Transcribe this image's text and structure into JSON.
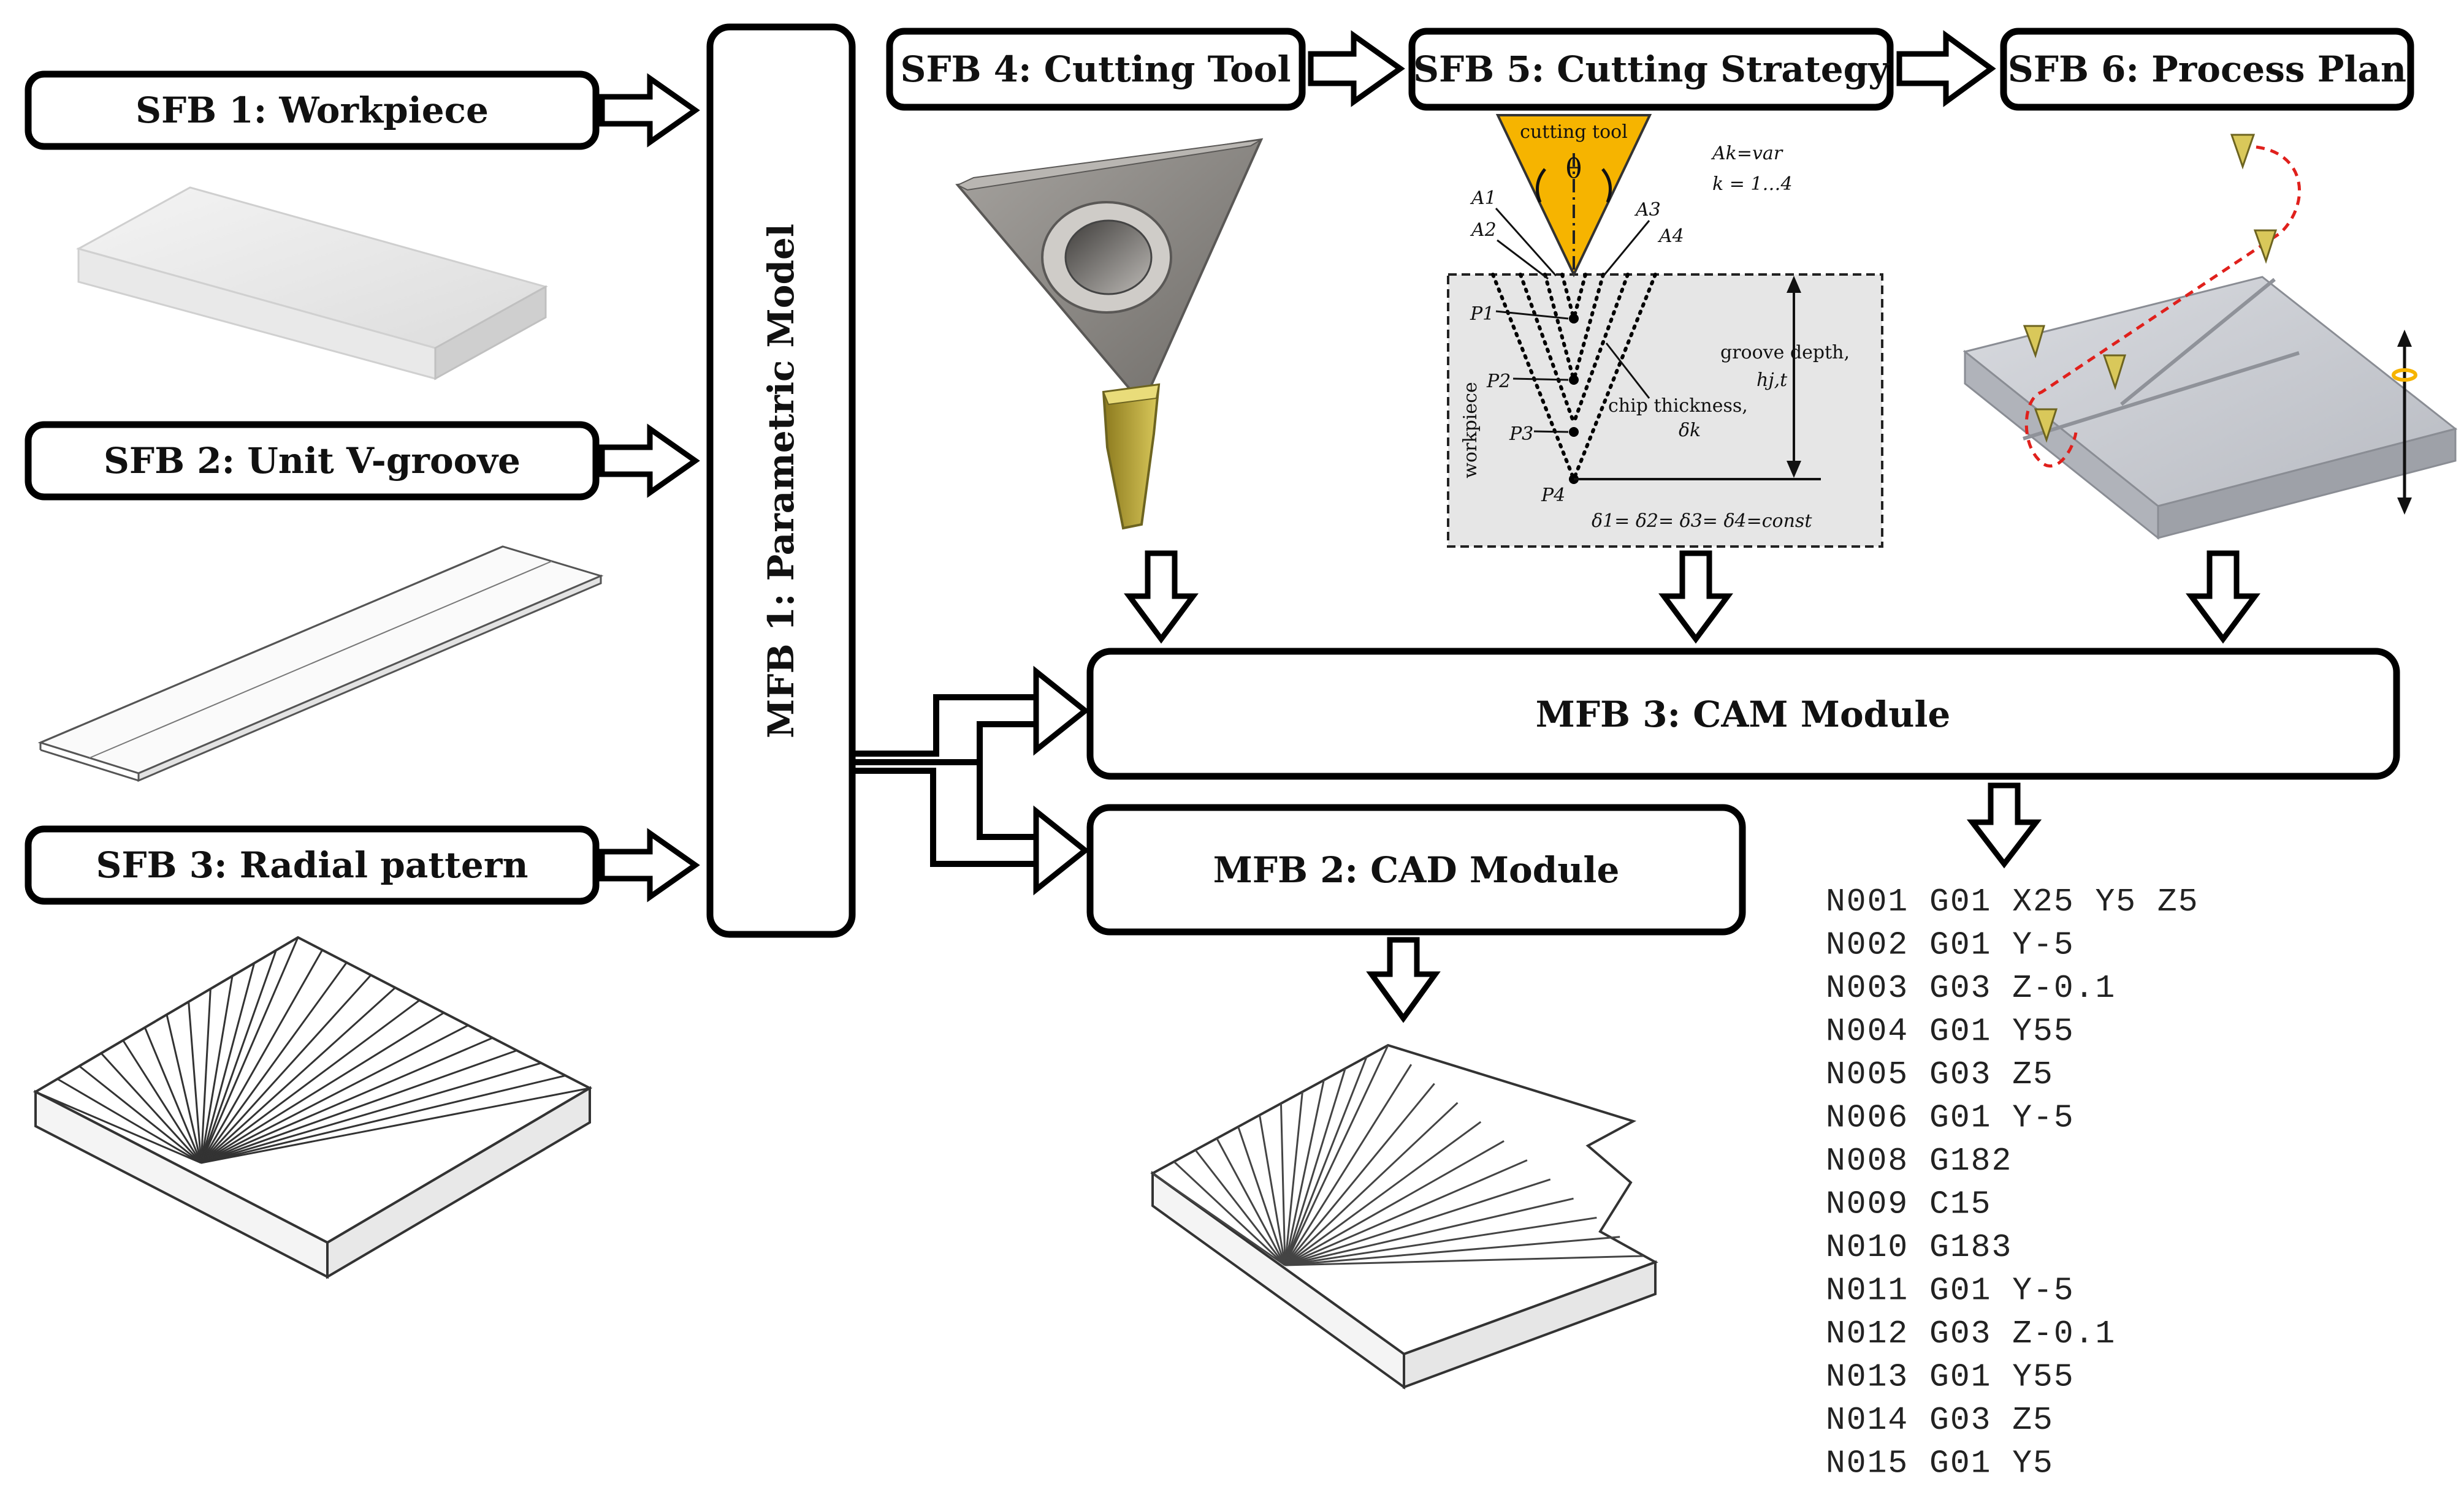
{
  "blocks": {
    "sfb1": "SFB 1: Workpiece",
    "sfb2": "SFB 2: Unit V-groove",
    "sfb3": "SFB 3: Radial pattern",
    "sfb4": "SFB 4: Cutting Tool",
    "sfb5": "SFB 5: Cutting Strategy",
    "sfb6": "SFB 6: Process Plan",
    "mfb1": "MFB 1: Parametric Model",
    "mfb2": "MFB 2: CAD Module",
    "mfb3": "MFB 3: CAM Module"
  },
  "strategy_figure": {
    "cutting_tool": "cutting tool",
    "theta": "θ",
    "ak": "Ak=var",
    "k_range": "k = 1…4",
    "a1": "A1",
    "a2": "A2",
    "a3": "A3",
    "a4": "A4",
    "p1": "P1",
    "p2": "P2",
    "p3": "P3",
    "p4": "P4",
    "workpiece": "workpiece",
    "groove_depth": "groove depth,",
    "groove_sym": "hj,t",
    "chip_thickness": "chip thickness,",
    "chip_sym": "δk",
    "delta_eq": "δ1= δ2= δ3= δ4=const"
  },
  "nc_code": [
    "N001 G01 X25 Y5 Z5",
    "N002 G01 Y-5",
    "N003 G03 Z-0.1",
    "N004 G01 Y55",
    "N005 G03 Z5",
    "N006 G01 Y-5",
    "N008 G182",
    "N009 C15",
    "N010 G183",
    "N011 G01 Y-5",
    "N012 G03 Z-0.1",
    "N013 G01 Y55",
    "N014 G03 Z5",
    "N015 G01 Y5"
  ],
  "colors": {
    "tool_yellow": "#f6b400",
    "insert_gray": "#8d8a86",
    "toolpath_red": "#e0201c",
    "workpiece_light": "#e6e6e6"
  }
}
